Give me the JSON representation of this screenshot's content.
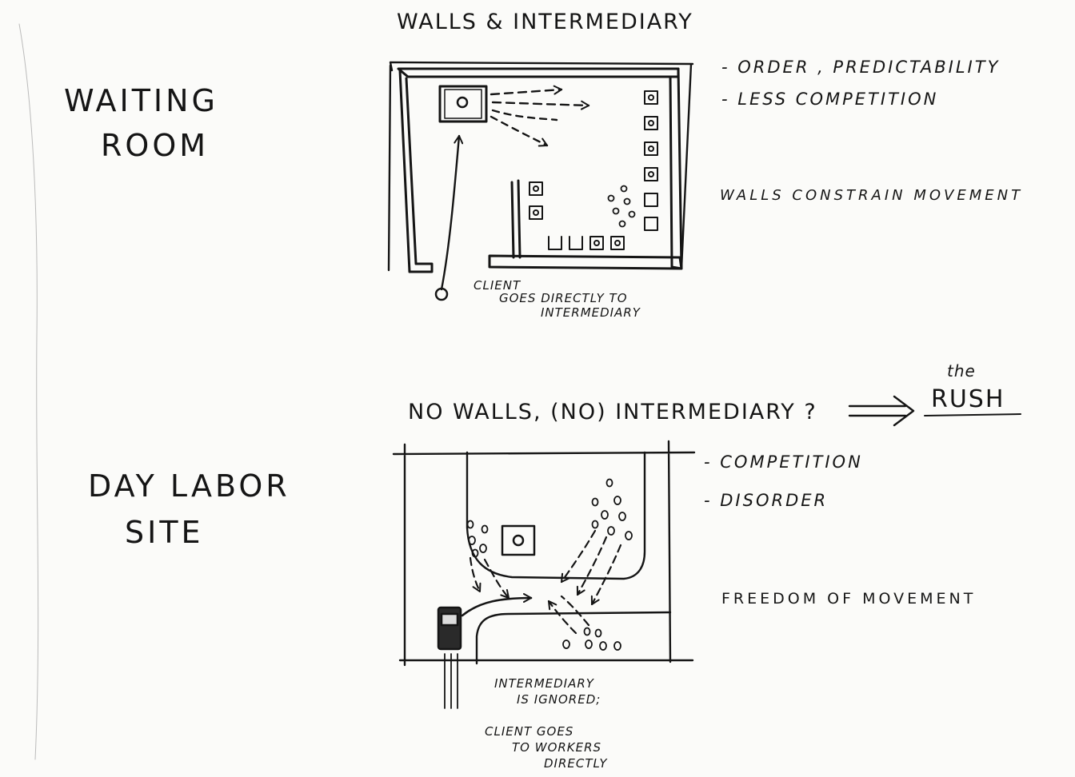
{
  "waiting_room": {
    "title_line1": "WAITING",
    "title_line2": "ROOM",
    "heading": "WALLS & INTERMEDIARY",
    "notes": [
      "- ORDER , PREDICTABILITY",
      "- LESS COMPETITION"
    ],
    "constraint_note": "WALLS CONSTRAIN MOVEMENT",
    "caption_line1": "CLIENT",
    "caption_line2": "GOES DIRECTLY TO",
    "caption_line3": "INTERMEDIARY"
  },
  "day_labor": {
    "title_line1": "DAY LABOR",
    "title_line2": "SITE",
    "heading": "NO WALLS, (NO) INTERMEDIARY ?",
    "rush_prefix": "the",
    "rush": "RUSH",
    "notes": [
      "- COMPETITION",
      "- DISORDER"
    ],
    "freedom_note": "FREEDOM OF MOVEMENT",
    "caption_lines": [
      "INTERMEDIARY",
      "IS IGNORED;",
      "CLIENT GOES",
      "TO WORKERS",
      "DIRECTLY"
    ]
  },
  "ink_color": "#151515"
}
